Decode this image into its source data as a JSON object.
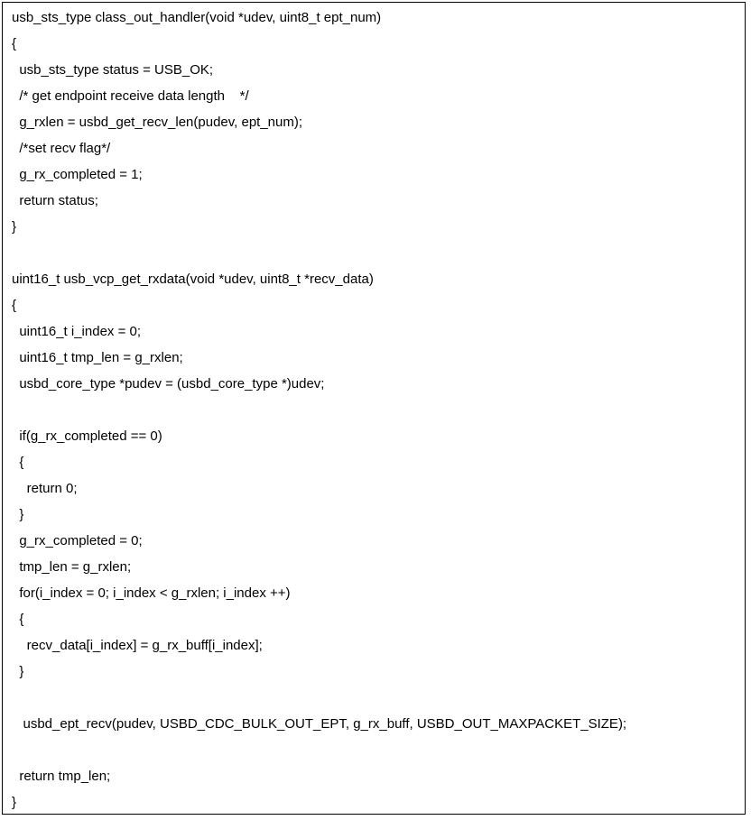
{
  "code_block": {
    "lines": [
      "usb_sts_type class_out_handler(void *udev, uint8_t ept_num)",
      "{",
      "  usb_sts_type status = USB_OK;",
      "  /* get endpoint receive data length    */",
      "  g_rxlen = usbd_get_recv_len(pudev, ept_num);",
      "  /*set recv flag*/",
      "  g_rx_completed = 1;",
      "  return status;",
      "}",
      "",
      "uint16_t usb_vcp_get_rxdata(void *udev, uint8_t *recv_data)",
      "{",
      "  uint16_t i_index = 0;",
      "  uint16_t tmp_len = g_rxlen;",
      "  usbd_core_type *pudev = (usbd_core_type *)udev;",
      "",
      "  if(g_rx_completed == 0)",
      "  {",
      "    return 0;",
      "  }",
      "  g_rx_completed = 0;",
      "  tmp_len = g_rxlen;",
      "  for(i_index = 0; i_index < g_rxlen; i_index ++)",
      "  {",
      "    recv_data[i_index] = g_rx_buff[i_index];",
      "  }",
      "",
      "   usbd_ept_recv(pudev, USBD_CDC_BULK_OUT_EPT, g_rx_buff, USBD_OUT_MAXPACKET_SIZE);",
      "",
      "  return tmp_len;",
      "}"
    ]
  }
}
